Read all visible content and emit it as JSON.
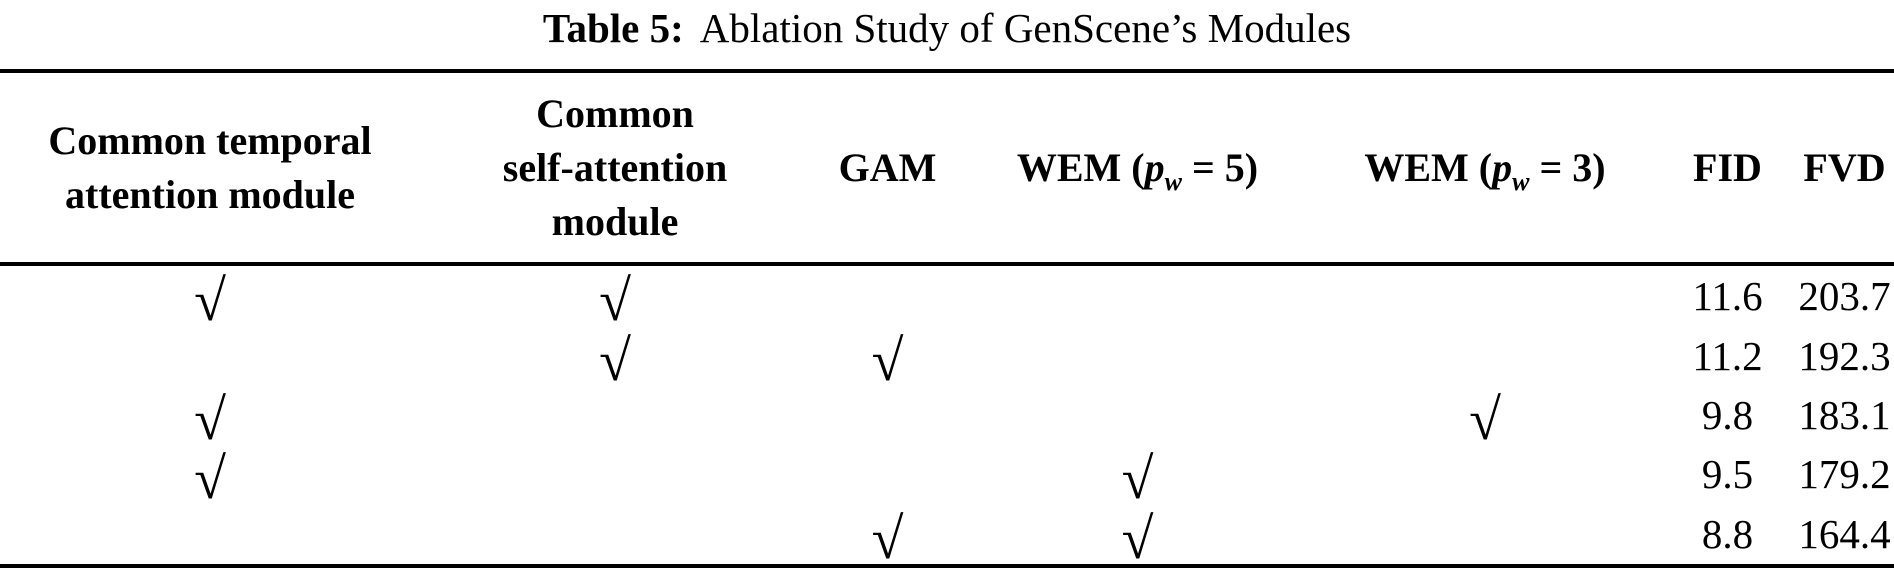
{
  "caption": {
    "label": "Table 5:",
    "text": "Ablation Study of GenScene’s Modules"
  },
  "colors": {
    "text": "#000000",
    "rule": "#000000",
    "background": "#ffffff"
  },
  "table": {
    "check_glyph": "√",
    "columns": [
      {
        "id": "common-temporal-attention-module",
        "lines": [
          "Common temporal",
          "attention module"
        ]
      },
      {
        "id": "common-self-attention-module",
        "lines": [
          "Common",
          "self-attention",
          "module"
        ]
      },
      {
        "id": "gam",
        "label": "GAM"
      },
      {
        "id": "wem-pw-5",
        "parts": {
          "pre": "WEM (",
          "var": "p",
          "sub": "w",
          "post": " = 5)"
        }
      },
      {
        "id": "wem-pw-3",
        "parts": {
          "pre": "WEM (",
          "var": "p",
          "sub": "w",
          "post": " = 3)"
        }
      },
      {
        "id": "fid",
        "label": "FID"
      },
      {
        "id": "fvd",
        "label": "FVD"
      }
    ],
    "rows": [
      {
        "cells": [
          "√",
          "√",
          "",
          "",
          "",
          "11.6",
          "203.7"
        ]
      },
      {
        "cells": [
          "",
          "√",
          "√",
          "",
          "",
          "11.2",
          "192.3"
        ]
      },
      {
        "cells": [
          "√",
          "",
          "",
          "",
          "√",
          "9.8",
          "183.1"
        ]
      },
      {
        "cells": [
          "√",
          "",
          "",
          "√",
          "",
          "9.5",
          "179.2"
        ]
      },
      {
        "cells": [
          "",
          "",
          "√",
          "√",
          "",
          "8.8",
          "164.4"
        ]
      }
    ]
  }
}
